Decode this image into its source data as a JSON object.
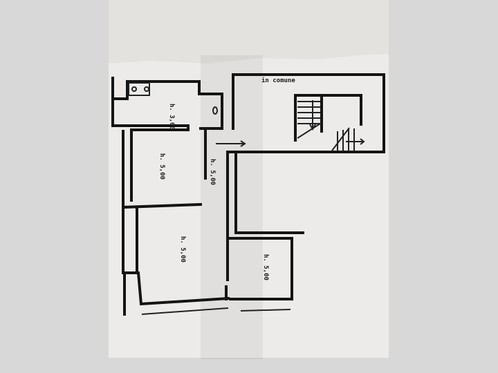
{
  "plan": {
    "labels": {
      "common_area": "in comune",
      "room_top": "h. 3,00",
      "room_left": "h. 5,00",
      "corridor": "h. 5,00",
      "room_bottom_left": "h. 5,00",
      "room_bottom_right": "h. 5,00"
    },
    "colors": {
      "background": "#d8d8d8",
      "paper": "#ecebe9",
      "paper_top": "#e4e2df",
      "ink": "#141414"
    }
  }
}
